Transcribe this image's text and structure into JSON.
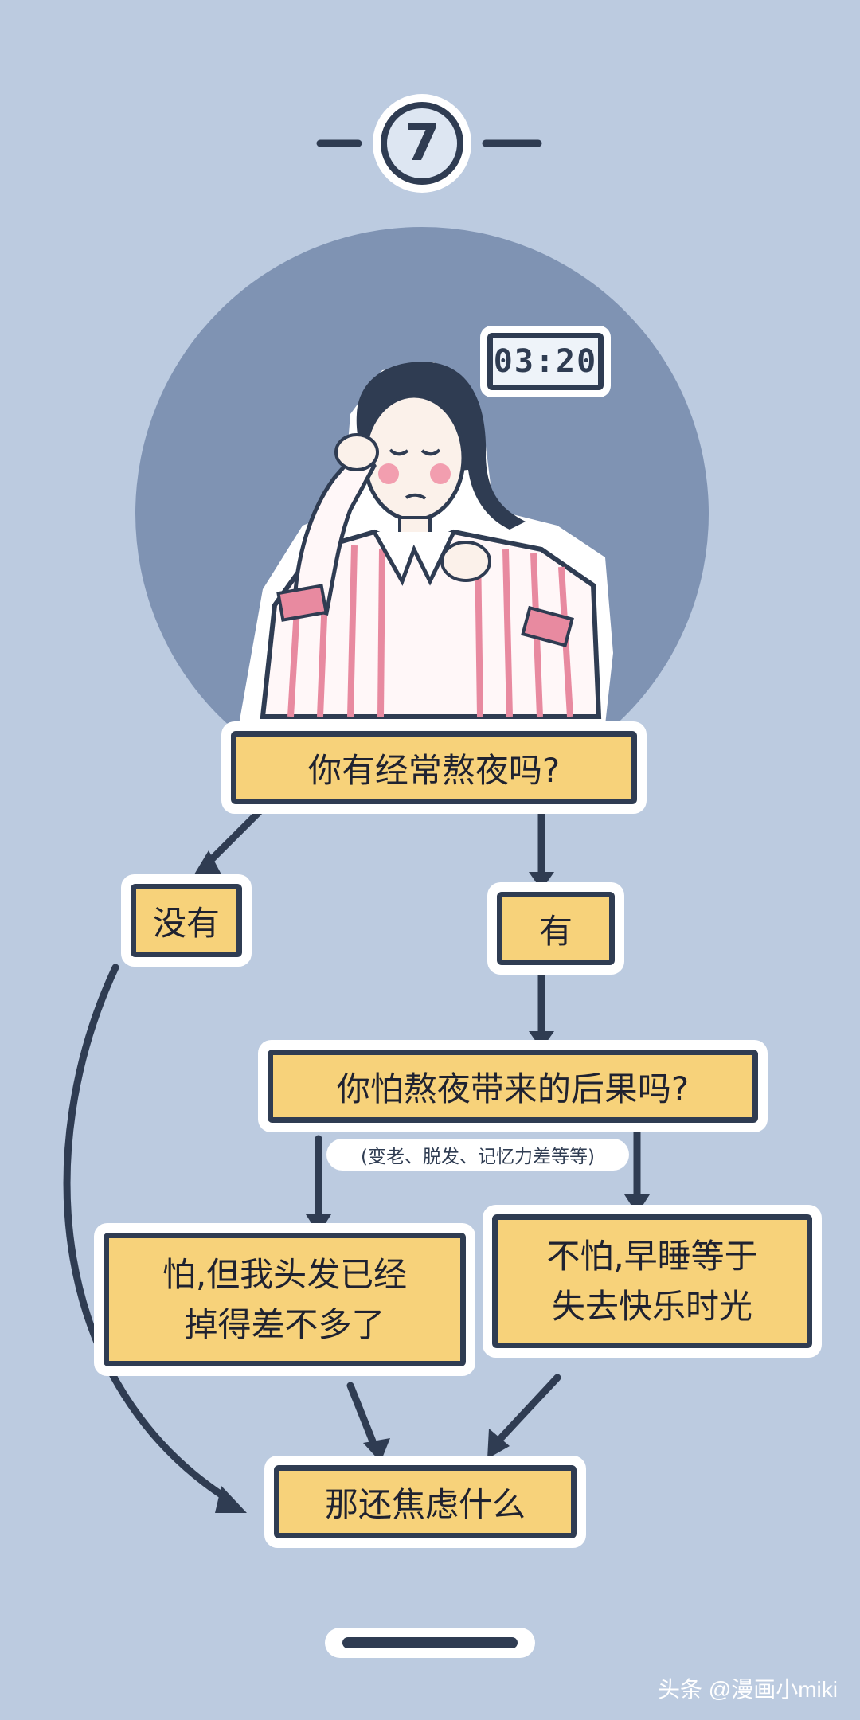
{
  "step": {
    "number": "7"
  },
  "clock": {
    "time": "03:20"
  },
  "flowchart": {
    "q1": "你有经常熬夜吗?",
    "no": "没有",
    "yes": "有",
    "q2": "你怕熬夜带来的后果吗?",
    "q2_note": "(变老、脱发、记忆力差等等)",
    "afraid_line1": "怕,但我头发已经",
    "afraid_line2": "掉得差不多了",
    "not_afraid_line1": "不怕,早睡等于",
    "not_afraid_line2": "失去快乐时光",
    "conclusion": "那还焦虑什么"
  },
  "watermark": "头条 @漫画小miki",
  "colors": {
    "background": "#bccbe0",
    "halo": "#7f93b3",
    "ink": "#2f3c52",
    "node_fill": "#f7d27a",
    "shirt_stripe": "#e88aa0"
  }
}
